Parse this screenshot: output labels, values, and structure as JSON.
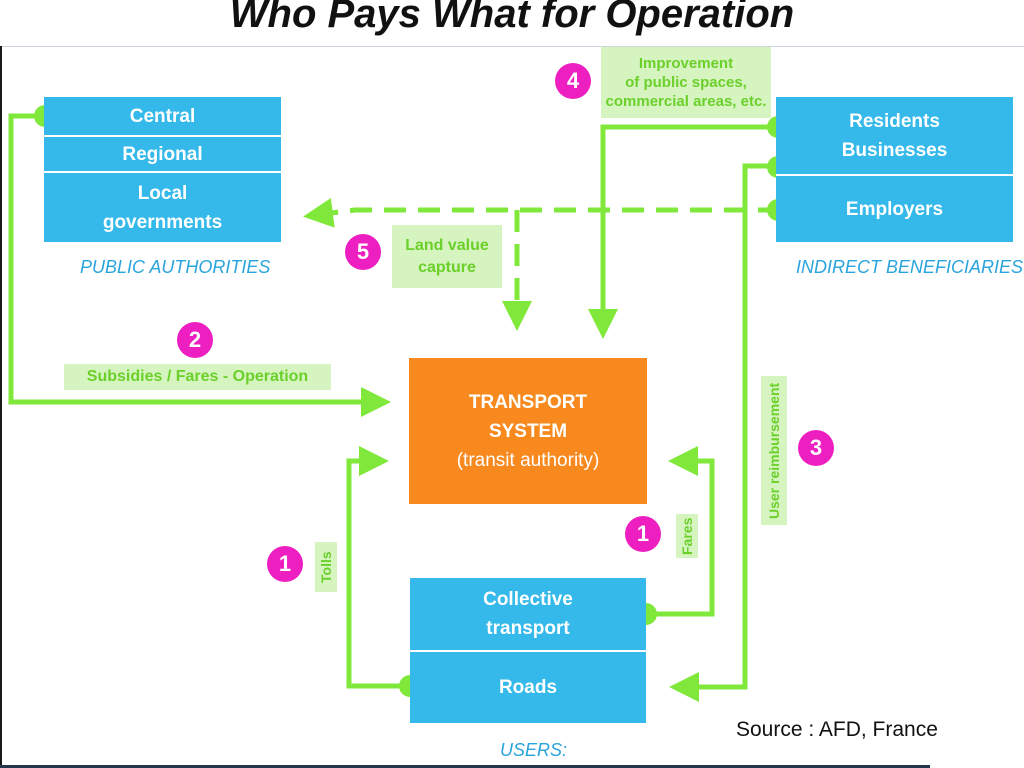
{
  "title": "Who Pays What for Operation",
  "public_authorities": {
    "rows": [
      "Central",
      "Regional",
      "Local",
      "governments"
    ],
    "caption": "PUBLIC AUTHORITIES"
  },
  "indirect_beneficiaries": {
    "rows": [
      "Residents",
      "Businesses",
      "Employers"
    ],
    "caption": "INDIRECT BENEFICIARIES"
  },
  "transport_system": {
    "lines": [
      "TRANSPORT",
      "SYSTEM",
      "(transit authority)"
    ]
  },
  "users": {
    "rows": [
      "Collective",
      "transport",
      "Roads"
    ],
    "caption": "USERS:"
  },
  "flow_labels": {
    "improvement": [
      "Improvement",
      "of public spaces,",
      "commercial areas, etc."
    ],
    "land_value": [
      "Land value",
      "capture"
    ],
    "subsidies": "Subsidies / Fares - Operation",
    "user_reimbursement": "User reimbursement",
    "fares": "Fares",
    "tolls": "Tolls"
  },
  "badges": {
    "improvement": "4",
    "land_value": "5",
    "subsidies": "2",
    "user_reimbursement": "3",
    "fares": "1",
    "tolls": "1"
  },
  "source": "Source : AFD, France",
  "colors": {
    "box_blue": "#35b9ea",
    "transport_orange": "#f7891f",
    "flow_green": "#80e83a",
    "label_bg": "#d5f4bf",
    "badge_magenta": "#ee1fc0",
    "caption_blue": "#2aa4dd"
  }
}
